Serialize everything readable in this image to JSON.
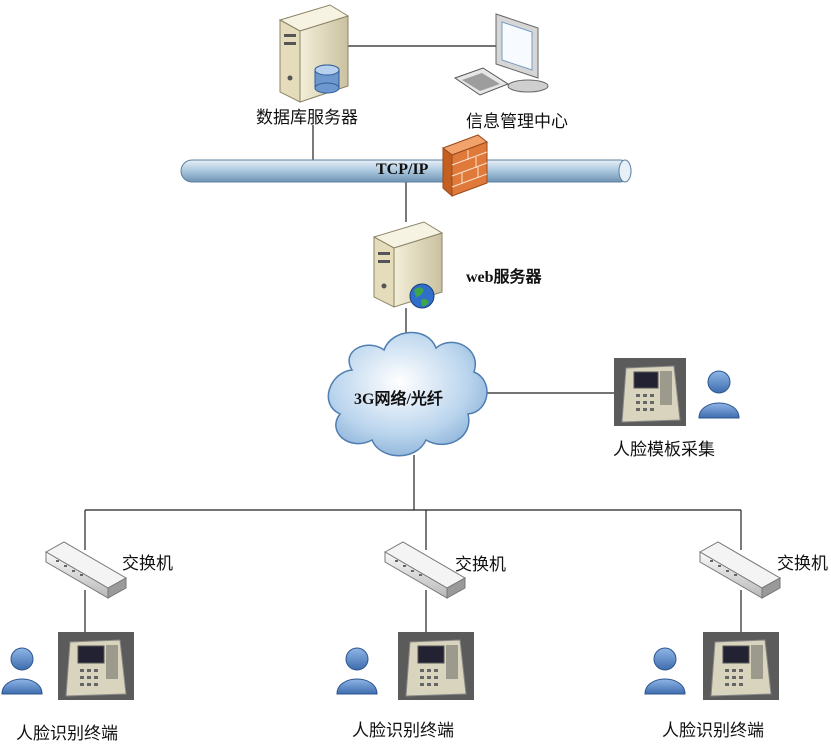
{
  "labels": {
    "db_server": "数据库服务器",
    "mgmt_center": "信息管理中心",
    "bus": "TCP/IP",
    "web_server": "web服务器",
    "cloud": "3G网络/光纤",
    "enroll": "人脸模板采集",
    "switch_1": "交换机",
    "switch_2": "交换机",
    "switch_3": "交换机",
    "terminal_1": "人脸识别终端",
    "terminal_2": "人脸识别终端",
    "terminal_3": "人脸识别终端"
  },
  "colors": {
    "line": "#222222",
    "bus_fill": "#a9c6dd",
    "firewall": "#e07a3a",
    "cloud": "#bcd6ee",
    "device": "#d9d4bd",
    "person": "#4d7fc0"
  },
  "icons": {
    "db_server": "database-server-icon",
    "mgmt_center": "workstation-icon",
    "firewall": "firewall-icon",
    "web_server": "web-server-icon",
    "cloud": "cloud-icon",
    "switch": "network-switch-icon",
    "terminal": "face-recognition-terminal-icon",
    "person": "person-icon"
  }
}
